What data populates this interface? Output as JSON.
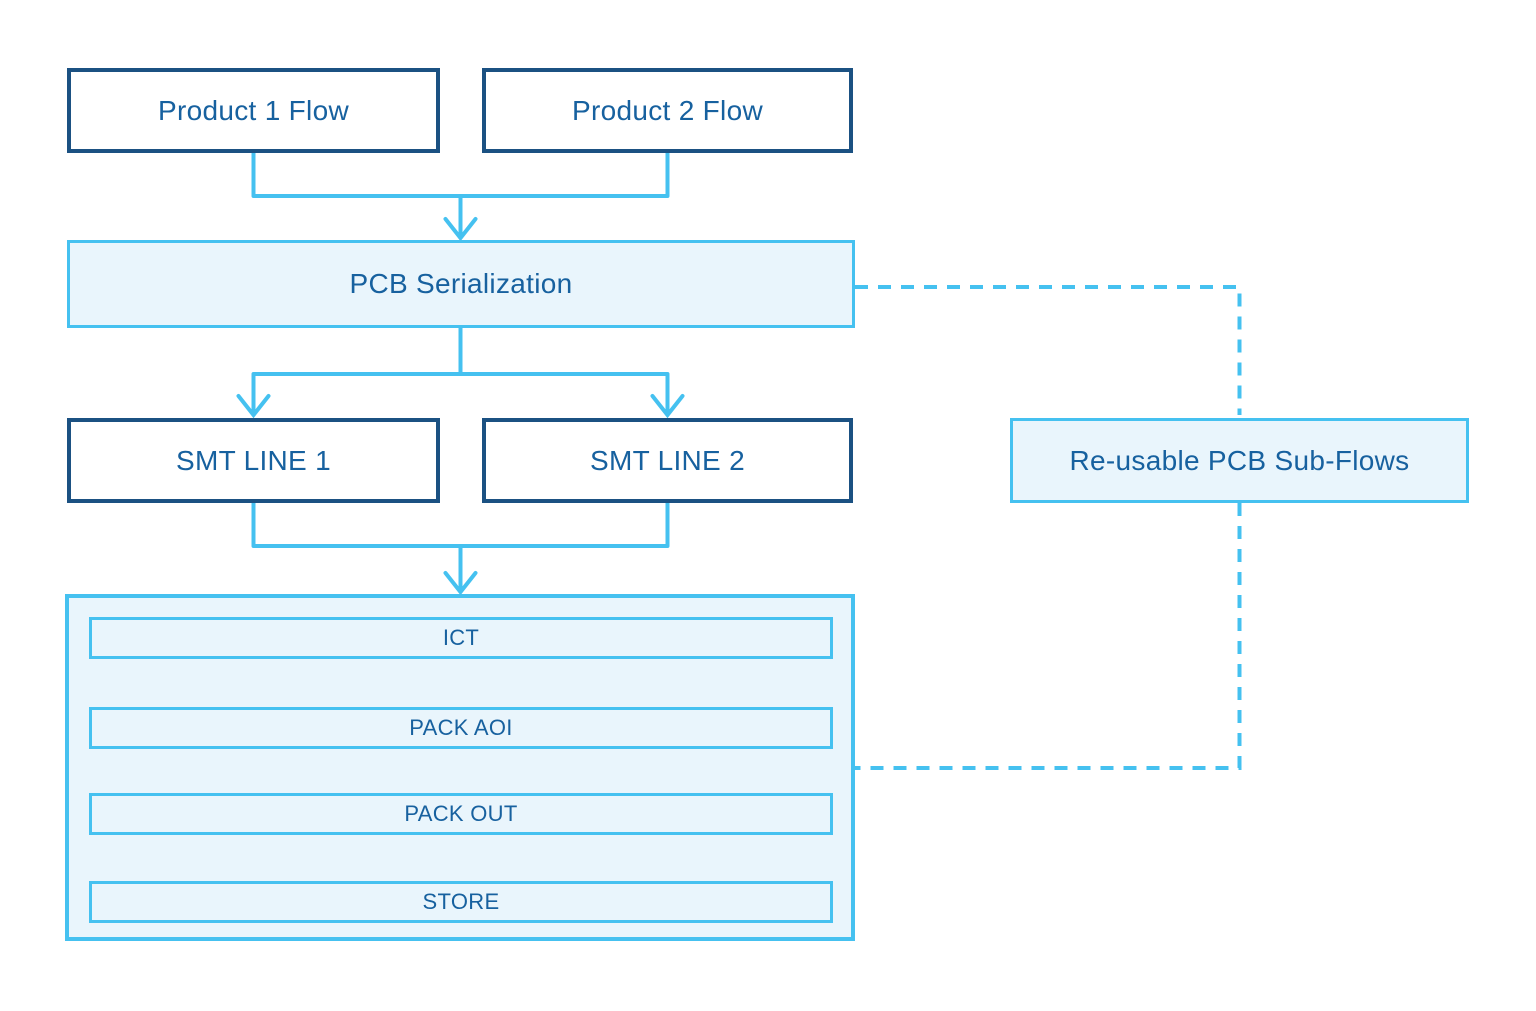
{
  "colors": {
    "sky": "#45c1f0",
    "navy": "#1b5182",
    "fill": "#e9f5fc",
    "text": "#17619f",
    "bg": "#ffffff"
  },
  "diagram": {
    "nodes": {
      "product1": {
        "label": "Product 1 Flow"
      },
      "product2": {
        "label": "Product 2 Flow"
      },
      "serialization": {
        "label": "PCB Serialization"
      },
      "smt1": {
        "label": "SMT LINE 1"
      },
      "smt2": {
        "label": "SMT LINE 2"
      },
      "subflows": {
        "label": "Re-usable PCB Sub-Flows"
      },
      "steps": [
        {
          "label": "ICT"
        },
        {
          "label": "PACK AOI"
        },
        {
          "label": "PACK OUT"
        },
        {
          "label": "STORE"
        }
      ]
    }
  }
}
